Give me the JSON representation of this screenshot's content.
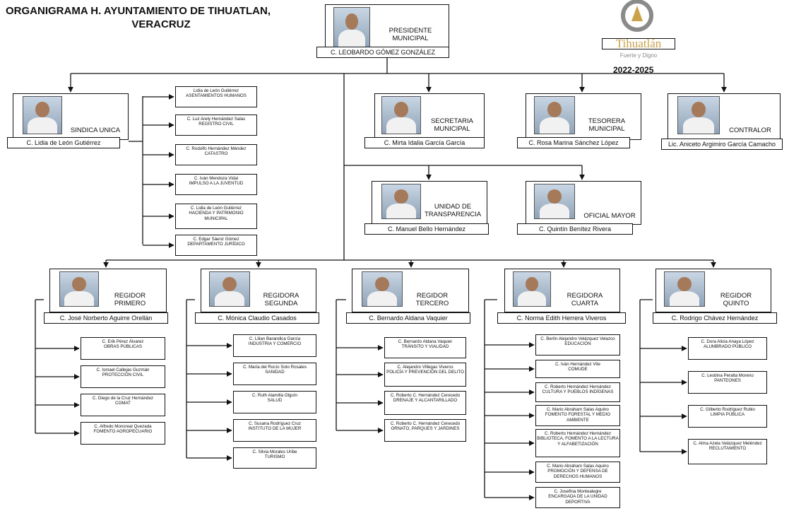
{
  "title_line1": "ORGANIGRAMA H. AYUNTAMIENTO DE TIHUATLAN,",
  "title_line2": "VERACRUZ",
  "logo_name": "Tihuatlán",
  "logo_tagline": "Fuerte y Digno",
  "period": "2022-2025",
  "president": {
    "role": "PRESIDENTE MUNICIPAL",
    "name": "C. LEOBARDO GÓMEZ GONZÁLEZ"
  },
  "sindica": {
    "role": "SINDICA UNICA",
    "name": "C. Lidia de León Gutiérrez"
  },
  "sindica_depts": [
    {
      "person": "Lidia de León Gutiérrez",
      "area": "ASENTAMIENTOS HUMANOS"
    },
    {
      "person": "C. Luz Arely Hernández Salas",
      "area": "REGISTRO CIVIL"
    },
    {
      "person": "C. Rodolfo Hernández Méndez",
      "area": "CATASTRO"
    },
    {
      "person": "C. Iván Mendoza Vidal",
      "area": "IMPULSO A LA JUVENTUD"
    },
    {
      "person": "C. Lidia de León Gutiérrez",
      "area": "HACIENDA Y PATRIMONIO MUNICIPAL"
    },
    {
      "person": "C. Edgar Sáenz Gómez",
      "area": "DEPARTAMENTO JURÍDICO"
    }
  ],
  "secretaria": {
    "role": "SECRETARIA MUNICIPAL",
    "name": "C. Mirta Idalia García García"
  },
  "tesorera": {
    "role": "TESORERA MUNICIPAL",
    "name": "C. Rosa Marina Sánchez López"
  },
  "contralor": {
    "role": "CONTRALOR",
    "name": "Lic. Aniceto Argimiro García Camacho"
  },
  "transparencia": {
    "role": "UNIDAD DE TRANSPARENCIA",
    "name": "C. Manuel Bello Hernández"
  },
  "oficial_mayor": {
    "role": "OFICIAL MAYOR",
    "name": "C. Quintín Benítez Rivera"
  },
  "regidores": [
    {
      "role": "REGIDOR PRIMERO",
      "name": "C. José Norberto Aguirre Orellán",
      "depts": [
        {
          "person": "C. Erik Pérez Álvarez",
          "area": "OBRAS PÚBLICAS"
        },
        {
          "person": "C. Ismael Callejas Guzmán",
          "area": "PROTECCIÓN CIVIL"
        },
        {
          "person": "C. Diego de la Cruz Hernández",
          "area": "COMAT"
        },
        {
          "person": "C. Alfredo Monsreal Quezada",
          "area": "FOMENTO AGROPECUARIO"
        }
      ]
    },
    {
      "role": "REGIDORA SEGUNDA",
      "name": "C. Mónica Claudio Casados",
      "depts": [
        {
          "person": "C. Lilian Barandica García",
          "area": "INDUSTRIA Y COMERCIO"
        },
        {
          "person": "C. María del Rocío Soto Rosales",
          "area": "SANIDAD"
        },
        {
          "person": "C. Ruth Alamilla Olguín",
          "area": "SALUD"
        },
        {
          "person": "C. Susana Rodríguez Cruz",
          "area": "INSTITUTO DE LA MUJER"
        },
        {
          "person": "C. Silvia Morales Uribe",
          "area": "TURISMO"
        }
      ]
    },
    {
      "role": "REGIDOR TERCERO",
      "name": "C. Bernardo Aldana Vaquier",
      "depts": [
        {
          "person": "C. Bernardo Aldana Vaquier",
          "area": "TRÁNSITO Y VIALIDAD"
        },
        {
          "person": "C. Alejandro Villegas Viveros",
          "area": "POLICÍA Y PREVENCIÓN DEL DELITO"
        },
        {
          "person": "C. Roberto C. Hernández Cerecedo",
          "area": "DRENAJE Y ALCANTARILLADO"
        },
        {
          "person": "C. Roberto C. Hernández Cerecedo",
          "area": "ORNATO, PARQUES Y JARDINES"
        }
      ]
    },
    {
      "role": "REGIDORA CUARTA",
      "name": "C. Norma Edith Herrera Viveros",
      "depts": [
        {
          "person": "C. Berlín Alejandro Velázquez Velazco",
          "area": "EDUCACIÓN"
        },
        {
          "person": "C. Iván Hernández Vite",
          "area": "COMUDE"
        },
        {
          "person": "C. Roberto Hernández Hernández",
          "area": "CULTURA Y PUEBLOS INDÍGENAS"
        },
        {
          "person": "C. Mario Abraham Salas Aquino",
          "area": "FOMENTO FORESTAL Y MEDIO AMBIENTE"
        },
        {
          "person": "C. Roberto Hernández Hernández",
          "area": "BIBLIOTECA, FOMENTO A LA LECTURA Y ALFABETIZACIÓN"
        },
        {
          "person": "C. Mario Abraham Salas Aquino",
          "area": "PROMOCIÓN Y DEFENSA DE DERECHOS HUMANOS"
        },
        {
          "person": "C. Josefina Montealegre",
          "area": "ENCARGADA DE LA UNIDAD DEPORTIVA"
        }
      ]
    },
    {
      "role": "REGIDOR QUINTO",
      "name": "C. Rodrigo Chávez Hernández",
      "depts": [
        {
          "person": "C. Dora Alicia Anaya López",
          "area": "ALUMBRADO PÚBLICO"
        },
        {
          "person": "C. Lesbina Peralta Moreno",
          "area": "PANTEONES"
        },
        {
          "person": "C. Gilberto Rodríguez Rubio",
          "area": "LIMPIA PÚBLICA"
        },
        {
          "person": "C. Alma Azela Velázquez Meléndez",
          "area": "RECLUTAMIENTO"
        }
      ]
    }
  ]
}
